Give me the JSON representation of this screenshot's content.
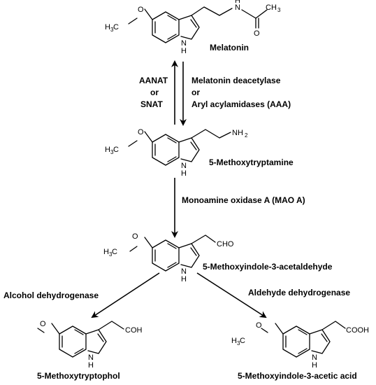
{
  "compounds": {
    "melatonin": "Melatonin",
    "methoxytryptamine": "5-Methoxytryptamine",
    "acetaldehyde": "5-Methoxyindole-3-acetaldehyde",
    "tryptophol": "5-Methoxytryptophol",
    "acetic_acid": "5-Methoxyindole-3-acetic acid"
  },
  "enzymes": {
    "forward_1": "AANAT",
    "forward_or": "or",
    "forward_2": "SNAT",
    "reverse_1": "Melatonin deacetylase",
    "reverse_or": "or",
    "reverse_2": "Aryl acylamidases (AAA)",
    "mao": "Monoamine oxidase A (MAO A)",
    "alcohol": "Alcohol dehydrogenase",
    "aldehyde": "Aldehyde dehydrogenase"
  },
  "atoms": {
    "h3c": "H",
    "h3c_sub": "3",
    "c": "C",
    "o": "O",
    "nh": "N",
    "nh_h": "H",
    "n_label": "N",
    "h_label": "H",
    "c_label": "C",
    "ch3": "CH",
    "ch3_sub": "3",
    "nh2": "NH",
    "nh2_sub": "2",
    "cho": "CHO",
    "coh": "COH",
    "cooh": "COOH"
  }
}
